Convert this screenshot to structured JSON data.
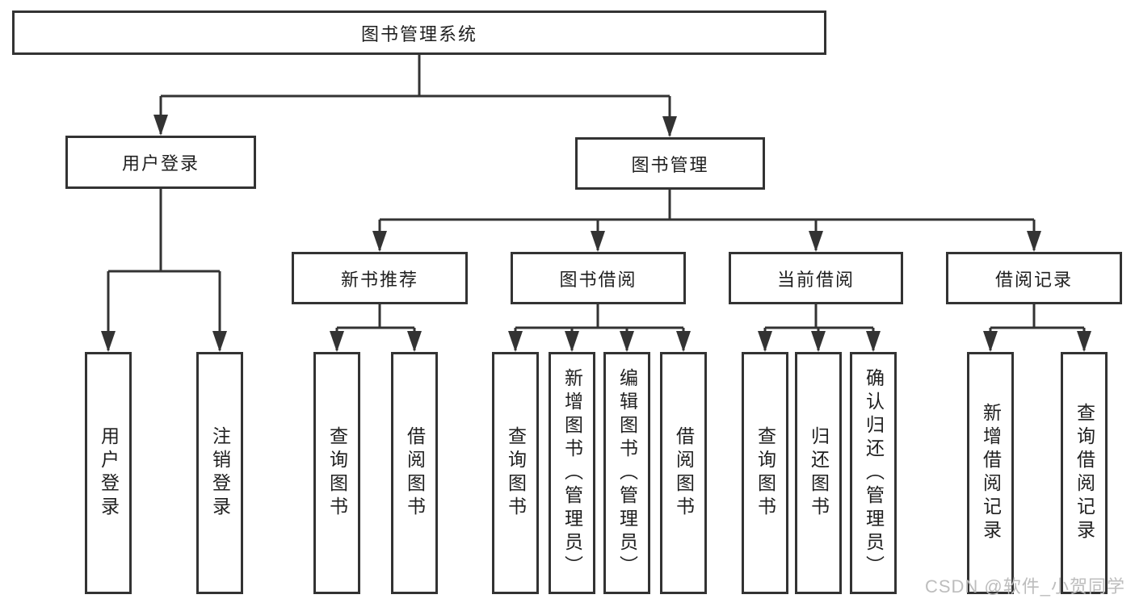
{
  "diagram": {
    "root": {
      "label": "图书管理系统"
    },
    "level1": [
      {
        "id": "user-login-module",
        "label": "用户登录"
      },
      {
        "id": "book-management-module",
        "label": "图书管理"
      }
    ],
    "level2": [
      {
        "id": "new-book-recommend",
        "label": "新书推荐"
      },
      {
        "id": "book-borrowing",
        "label": "图书借阅"
      },
      {
        "id": "current-borrowing",
        "label": "当前借阅"
      },
      {
        "id": "borrowing-records",
        "label": "借阅记录"
      }
    ],
    "leaves": [
      {
        "id": "user-login",
        "label": "用户登录"
      },
      {
        "id": "logout",
        "label": "注销登录"
      },
      {
        "id": "query-books-recommend",
        "label": "查询图书"
      },
      {
        "id": "borrow-books-recommend",
        "label": "借阅图书"
      },
      {
        "id": "query-books-borrowing",
        "label": "查询图书"
      },
      {
        "id": "add-books-admin",
        "label": "新增图书（管理员）"
      },
      {
        "id": "edit-books-admin",
        "label": "编辑图书（管理员）"
      },
      {
        "id": "borrow-books",
        "label": "借阅图书"
      },
      {
        "id": "query-books-current",
        "label": "查询图书"
      },
      {
        "id": "return-books",
        "label": "归还图书"
      },
      {
        "id": "confirm-return-admin",
        "label": "确认归还（管理员）"
      },
      {
        "id": "add-borrow-record",
        "label": "新增借阅记录"
      },
      {
        "id": "query-borrow-record",
        "label": "查询借阅记录"
      }
    ],
    "watermark": "CSDN @软件_小贺同学",
    "colors": {
      "line": "#333333",
      "text": "#1f1f1f",
      "watermark": "#bdbdbd",
      "background": "#ffffff"
    }
  }
}
